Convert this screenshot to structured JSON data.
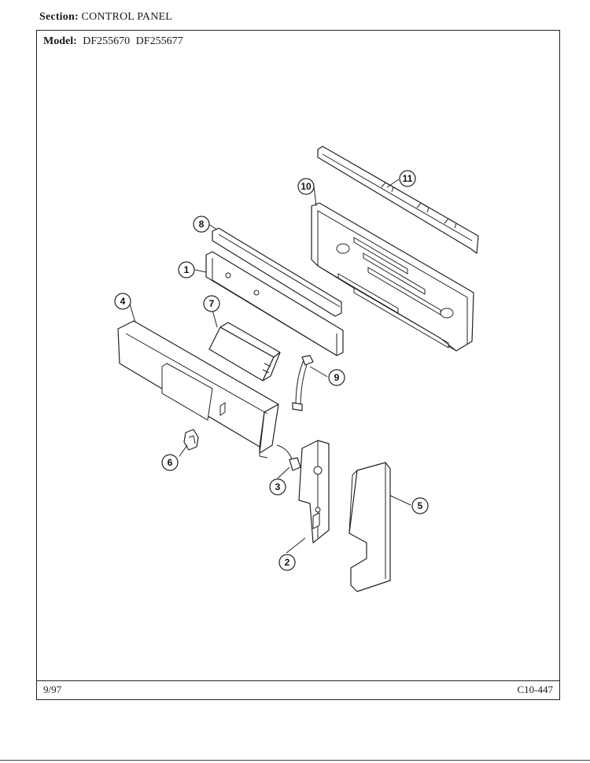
{
  "header": {
    "section_label": "Section:",
    "section_value": "CONTROL PANEL"
  },
  "model": {
    "label": "Model:",
    "numbers": [
      "DF255670",
      "DF255677"
    ]
  },
  "footer": {
    "date": "9/97",
    "page_code": "C10-447"
  },
  "callouts": [
    "1",
    "2",
    "3",
    "4",
    "5",
    "6",
    "7",
    "8",
    "9",
    "10",
    "11"
  ]
}
